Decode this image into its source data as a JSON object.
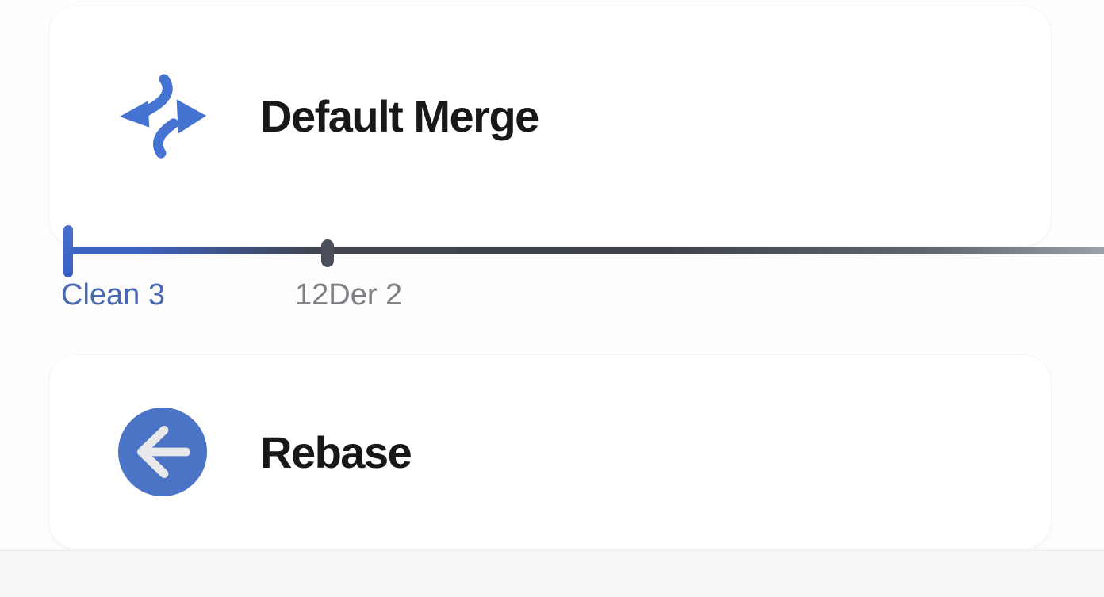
{
  "options": [
    {
      "label": "Default Merge",
      "icon": "merge-arrows-icon"
    },
    {
      "label": "Rebase",
      "icon": "back-arrow-circle-icon"
    }
  ],
  "timeline": {
    "current_branch": {
      "label": "Clean 3",
      "selected": true
    },
    "other_branch": {
      "label": "12Der 2",
      "selected": false
    }
  },
  "colors": {
    "accent-blue": "#3e63c5",
    "icon-blue": "#4573d2",
    "icon-circle-blue": "#4b74c7",
    "branch-blue": "#4769b3",
    "branch-gray": "#7e7e84",
    "track-dark": "#3e434c",
    "track-light-end": "#9aa1a9",
    "title-color": "#18181a",
    "arrow-glyph": "#e9e9eb"
  }
}
